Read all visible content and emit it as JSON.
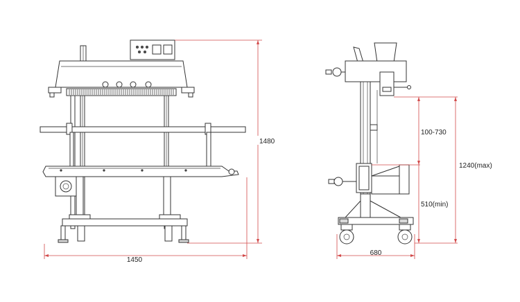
{
  "colors": {
    "dimension_line": "#d24a4a",
    "drawing_line": "#333333",
    "background": "#ffffff"
  },
  "front_view": {
    "width_dimension": "1450",
    "height_dimension": "1480"
  },
  "side_view": {
    "width_dimension": "680",
    "adjust_range_dimension": "100-730",
    "max_height_dimension": "1240(max)",
    "min_height_dimension": "510(min)"
  }
}
